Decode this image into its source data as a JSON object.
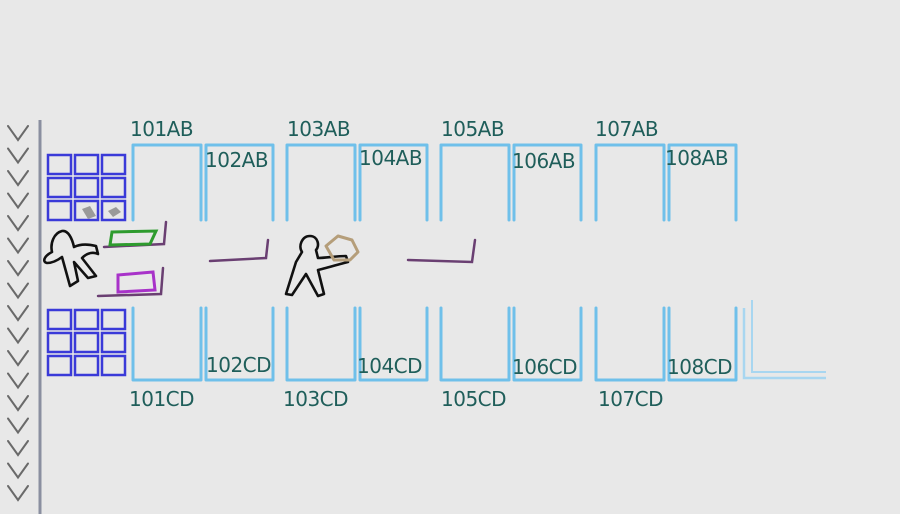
{
  "colors": {
    "background": "#e8e8e8",
    "wall": "#6fc0ea",
    "label": "#1f5e5a",
    "chevron": "#6a6a6a",
    "left_rail": "#8a8fa0",
    "shelf": "#3a3ad8",
    "desk": "#6a3f72",
    "green_item": "#2e9b2e",
    "purple_item": "#a832c9",
    "figure": "#111111",
    "held_item": "#b59e7a",
    "gray_item": "#9a9a9a"
  },
  "rooms_top": [
    {
      "room": "101AB",
      "icon": "door-frame"
    },
    {
      "room": "102AB",
      "icon": "door-frame"
    },
    {
      "room": "103AB",
      "icon": "door-frame"
    },
    {
      "room": "104AB",
      "icon": "door-frame"
    },
    {
      "room": "105AB",
      "icon": "door-frame"
    },
    {
      "room": "106AB",
      "icon": "door-frame"
    },
    {
      "room": "107AB",
      "icon": "door-frame"
    },
    {
      "room": "108AB",
      "icon": "door-frame"
    }
  ],
  "rooms_bottom": [
    {
      "room": "101CD",
      "icon": "door-frame"
    },
    {
      "room": "102CD",
      "icon": "door-frame"
    },
    {
      "room": "103CD",
      "icon": "door-frame"
    },
    {
      "room": "104CD",
      "icon": "door-frame"
    },
    {
      "room": "105CD",
      "icon": "door-frame"
    },
    {
      "room": "106CD",
      "icon": "door-frame"
    },
    {
      "room": "107CD",
      "icon": "door-frame"
    },
    {
      "room": "108CD",
      "icon": "door-frame"
    }
  ],
  "entities": {
    "player": {
      "icon": "stick-figure-icon"
    },
    "npc": {
      "icon": "stick-figure-carrying-box-icon"
    },
    "held_item": {
      "icon": "box-outline-icon"
    },
    "storage_top": {
      "icon": "shelf-grid-icon"
    },
    "storage_bottom": {
      "icon": "shelf-grid-icon"
    },
    "green_item": {
      "icon": "green-outline-tray-icon"
    },
    "purple_item": {
      "icon": "purple-outline-box-icon"
    }
  },
  "chevron_icon": "chevron-down-icon"
}
